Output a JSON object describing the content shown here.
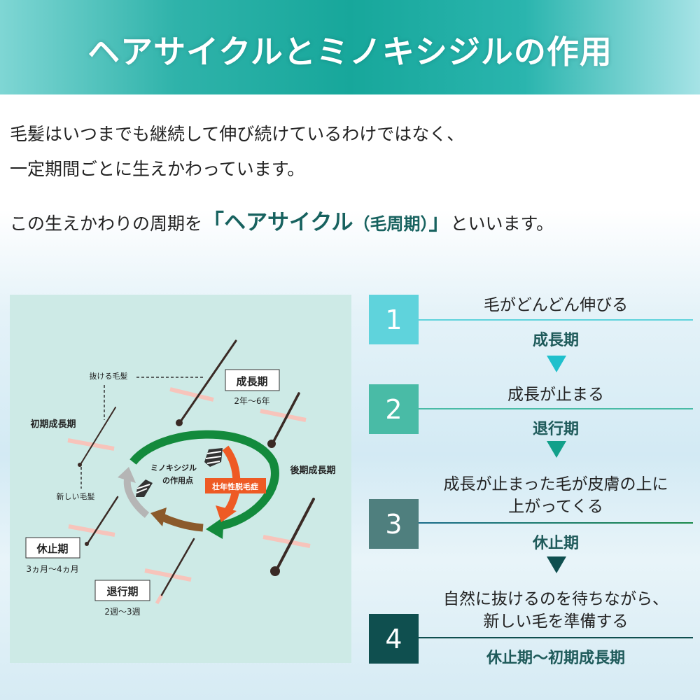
{
  "header": {
    "title": "ヘアサイクルとミノキシジルの作用"
  },
  "intro": {
    "line1": "毛髪はいつまでも継続して伸び続けているわけではなく、",
    "line2": "一定期間ごとに生えかわっています。",
    "line3_pre": "この生えかわりの周期を",
    "line3_highlight_open": "「ヘアサイクル",
    "line3_highlight_paren": "（毛周期）",
    "line3_highlight_close": "」",
    "line3_post": "といいます。"
  },
  "diagram": {
    "growth": "成長期",
    "growth_duration": "2年～6年",
    "early_growth": "初期成長期",
    "late_growth": "後期成長期",
    "falling_hair": "抜ける毛髪",
    "new_hair": "新しい毛髪",
    "resting": "休止期",
    "resting_duration": "3ヵ月～4ヵ月",
    "regression": "退行期",
    "regression_duration": "2週～3週",
    "minoxidil_line1": "ミノキシジル",
    "minoxidil_line2": "の作用点",
    "aga": "壮年性脱毛症"
  },
  "steps": [
    {
      "number": "1",
      "desc": [
        "毛がどんどん伸びる"
      ],
      "label": "成長期",
      "color": "#5fd3dc",
      "arrow": "#1fc0cc"
    },
    {
      "number": "2",
      "desc": [
        "成長が止まる"
      ],
      "label": "退行期",
      "color": "#49bba6",
      "arrow": "#12a08a"
    },
    {
      "number": "3",
      "desc": [
        "成長が止まった毛が皮膚の上に",
        "上がってくる"
      ],
      "label": "休止期",
      "color": "#4f7f7e",
      "arrow": "#0f4f4f"
    },
    {
      "number": "4",
      "desc": [
        "自然に抜けるのを待ちながら、",
        "新しい毛を準備する"
      ],
      "label": "休止期～初期成長期",
      "color": "#0f4f4f"
    }
  ]
}
